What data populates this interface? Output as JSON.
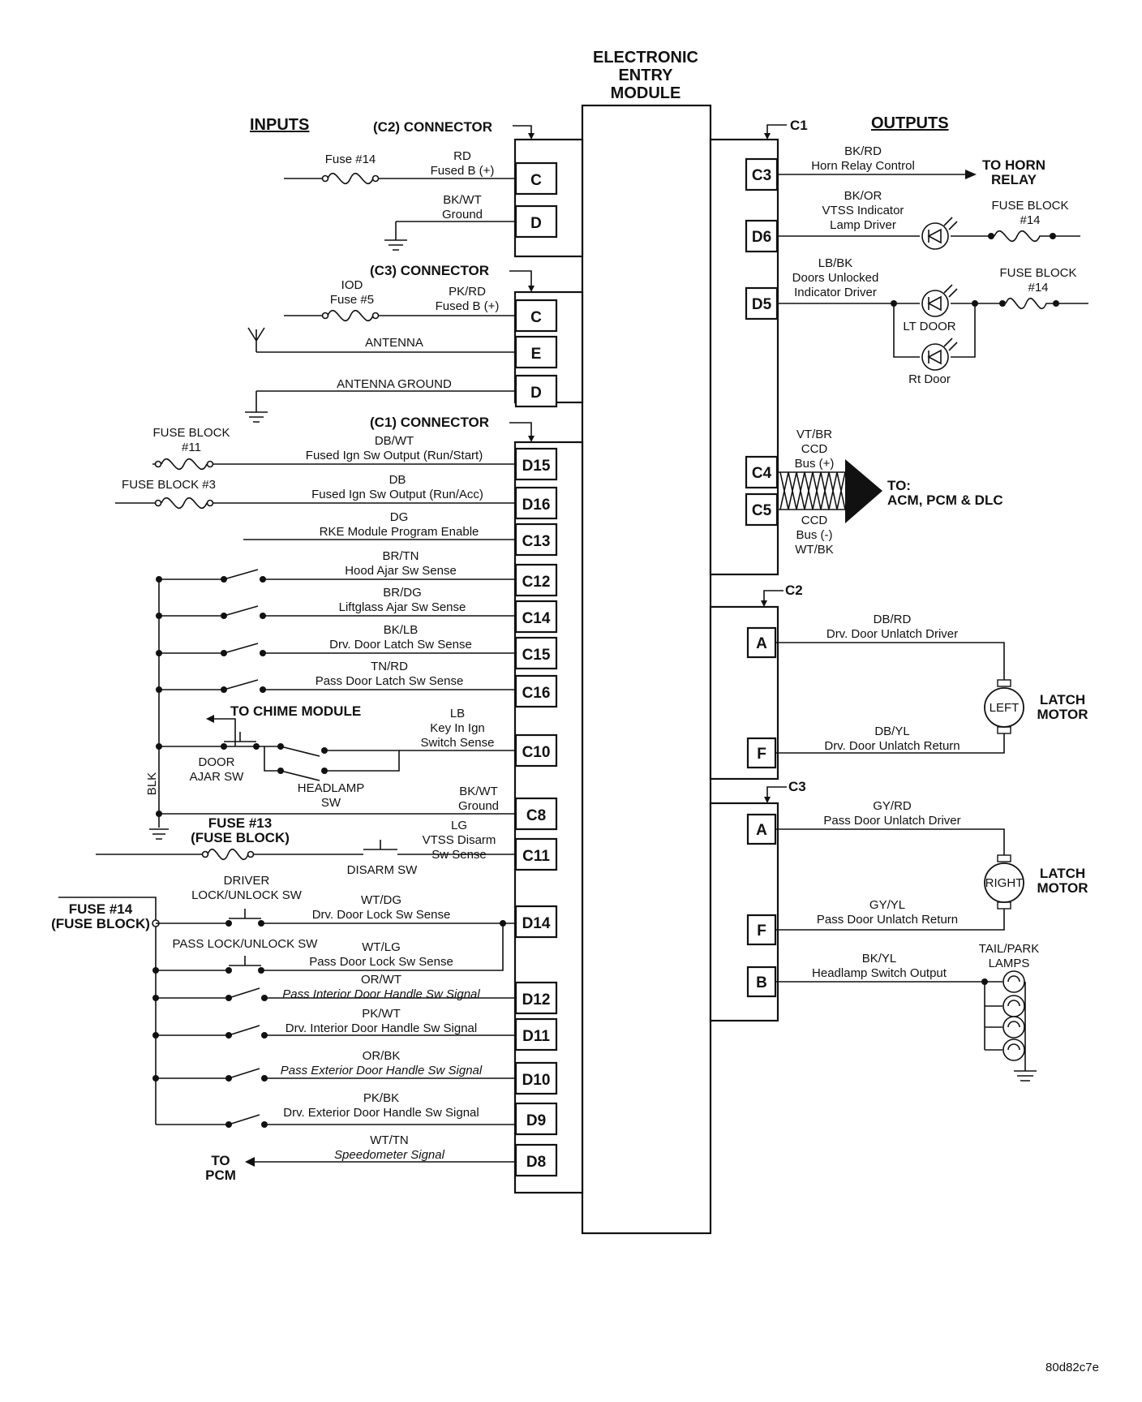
{
  "module": {
    "line1": "ELECTRONIC",
    "line2": "ENTRY",
    "line3": "MODULE"
  },
  "headings": {
    "inputs": "INPUTS",
    "outputs": "OUTPUTS"
  },
  "connectors": {
    "c2_in": "(C2) CONNECTOR",
    "c3_in": "(C3) CONNECTOR",
    "c1_in": "(C1) CONNECTOR",
    "c1_out": "C1",
    "c2_out": "C2",
    "c3_out": "C3"
  },
  "inputs": {
    "fuse14_top": "Fuse #14",
    "rd": "RD",
    "rd_desc": "Fused B (+)",
    "pin_c2c": "C",
    "bkwt": "BK/WT",
    "ground": "Ground",
    "pin_c2d": "D",
    "iod": "IOD",
    "fuse5": "Fuse #5",
    "pkrd": "PK/RD",
    "pkrd_desc": "Fused B (+)",
    "pin_c3c": "C",
    "antenna": "ANTENNA",
    "pin_c3e": "E",
    "antenna_ground": "ANTENNA  GROUND",
    "pin_c3d": "D",
    "fuse_block_11a": "FUSE BLOCK",
    "fuse_block_11b": "#11",
    "dbwt": "DB/WT",
    "dbwt_desc": "Fused Ign Sw Output (Run/Start)",
    "pin_d15": "D15",
    "fuse_block_3": "FUSE BLOCK #3",
    "db": "DB",
    "db_desc": "Fused Ign Sw Output (Run/Acc)",
    "pin_d16": "D16",
    "dg": "DG",
    "dg_desc": "RKE Module Program Enable",
    "pin_c13": "C13",
    "brtn": "BR/TN",
    "brtn_desc": "Hood Ajar Sw Sense",
    "pin_c12": "C12",
    "brdg": "BR/DG",
    "brdg_desc": "Liftglass Ajar Sw Sense",
    "pin_c14": "C14",
    "bklb": "BK/LB",
    "bklb_desc": "Drv. Door Latch Sw Sense",
    "pin_c15": "C15",
    "tnrd": "TN/RD",
    "tnrd_desc": "Pass Door Latch Sw Sense",
    "pin_c16": "C16",
    "to_chime": "TO CHIME MODULE",
    "lb": "LB",
    "lb_desc1": "Key In Ign",
    "lb_desc2": "Switch Sense",
    "pin_c10": "C10",
    "door_ajar1": "DOOR",
    "door_ajar2": "AJAR SW",
    "headlamp1": "HEADLAMP",
    "headlamp2": "SW",
    "blk": "BLK",
    "bkwt2": "BK/WT",
    "ground2": "Ground",
    "pin_c8": "C8",
    "fuse13a": "FUSE #13",
    "fuse13b": "(FUSE BLOCK)",
    "lg": "LG",
    "lg_desc1": "VTSS Disarm",
    "lg_desc2": "Sw Sense",
    "pin_c11": "C11",
    "disarm_sw": "DISARM SW",
    "driver_lock1": "DRIVER",
    "driver_lock2": "LOCK/UNLOCK SW",
    "fuse14a": "FUSE #14",
    "fuse14b": "(FUSE BLOCK)",
    "wtdg": "WT/DG",
    "wtdg_desc": "Drv. Door Lock Sw Sense",
    "pin_d14": "D14",
    "pass_lock": "PASS LOCK/UNLOCK SW",
    "wtlg": "WT/LG",
    "wtlg_desc": "Pass Door Lock Sw Sense",
    "orwt": "OR/WT",
    "orwt_desc": "Pass Interior Door Handle Sw Signal",
    "pin_d12": "D12",
    "pkwt": "PK/WT",
    "pkwt_desc": "Drv. Interior Door Handle Sw Signal",
    "pin_d11": "D11",
    "orbk": "OR/BK",
    "orbk_desc": "Pass Exterior Door Handle Sw Signal",
    "pin_d10": "D10",
    "pkbk": "PK/BK",
    "pkbk_desc": "Drv. Exterior Door Handle Sw Signal",
    "pin_d9": "D9",
    "to_pcm1": "TO",
    "to_pcm2": "PCM",
    "wttn": "WT/TN",
    "wttn_desc": "Speedometer Signal",
    "pin_d8": "D8"
  },
  "outputs": {
    "pin_c3": "C3",
    "bkrd": "BK/RD",
    "bkrd_desc": "Horn Relay Control",
    "to_horn1": "TO HORN",
    "to_horn2": "RELAY",
    "pin_d6": "D6",
    "bkor": "BK/OR",
    "bkor_desc1": "VTSS Indicator",
    "bkor_desc2": "Lamp Driver",
    "fuse_block_a": "FUSE BLOCK",
    "fuse_block_a2": "#14",
    "pin_d5": "D5",
    "lbbk": "LB/BK",
    "lbbk_desc1": "Doors Unlocked",
    "lbbk_desc2": "Indicator Driver",
    "fuse_block_b": "FUSE BLOCK",
    "fuse_block_b2": "#14",
    "lt_door": "LT DOOR",
    "rt_door": "Rt Door",
    "pin_c4": "C4",
    "pin_c5": "C5",
    "vtbr": "VT/BR",
    "ccd_plus1": "CCD",
    "ccd_plus2": "Bus (+)",
    "ccd_minus1": "CCD",
    "ccd_minus2": "Bus (-)",
    "wtbk": "WT/BK",
    "to_acm1": "TO:",
    "to_acm2": "ACM, PCM & DLC",
    "pin_a1": "A",
    "dbrd": "DB/RD",
    "dbrd_desc": "Drv. Door Unlatch Driver",
    "left": "LEFT",
    "latch1": "LATCH",
    "motor1": "MOTOR",
    "pin_f1": "F",
    "dbyl": "DB/YL",
    "dbyl_desc": "Drv. Door Unlatch Return",
    "pin_a2": "A",
    "gyrd": "GY/RD",
    "gyrd_desc": "Pass Door Unlatch Driver",
    "right": "RIGHT",
    "latch2": "LATCH",
    "motor2": "MOTOR",
    "pin_f2": "F",
    "gyyl": "GY/YL",
    "gyyl_desc": "Pass Door Unlatch Return",
    "pin_b": "B",
    "bkyl": "BK/YL",
    "bkyl_desc": "Headlamp Switch Output",
    "tail_park1": "TAIL/PARK",
    "tail_park2": "LAMPS"
  },
  "footer_code": "80d82c7e"
}
